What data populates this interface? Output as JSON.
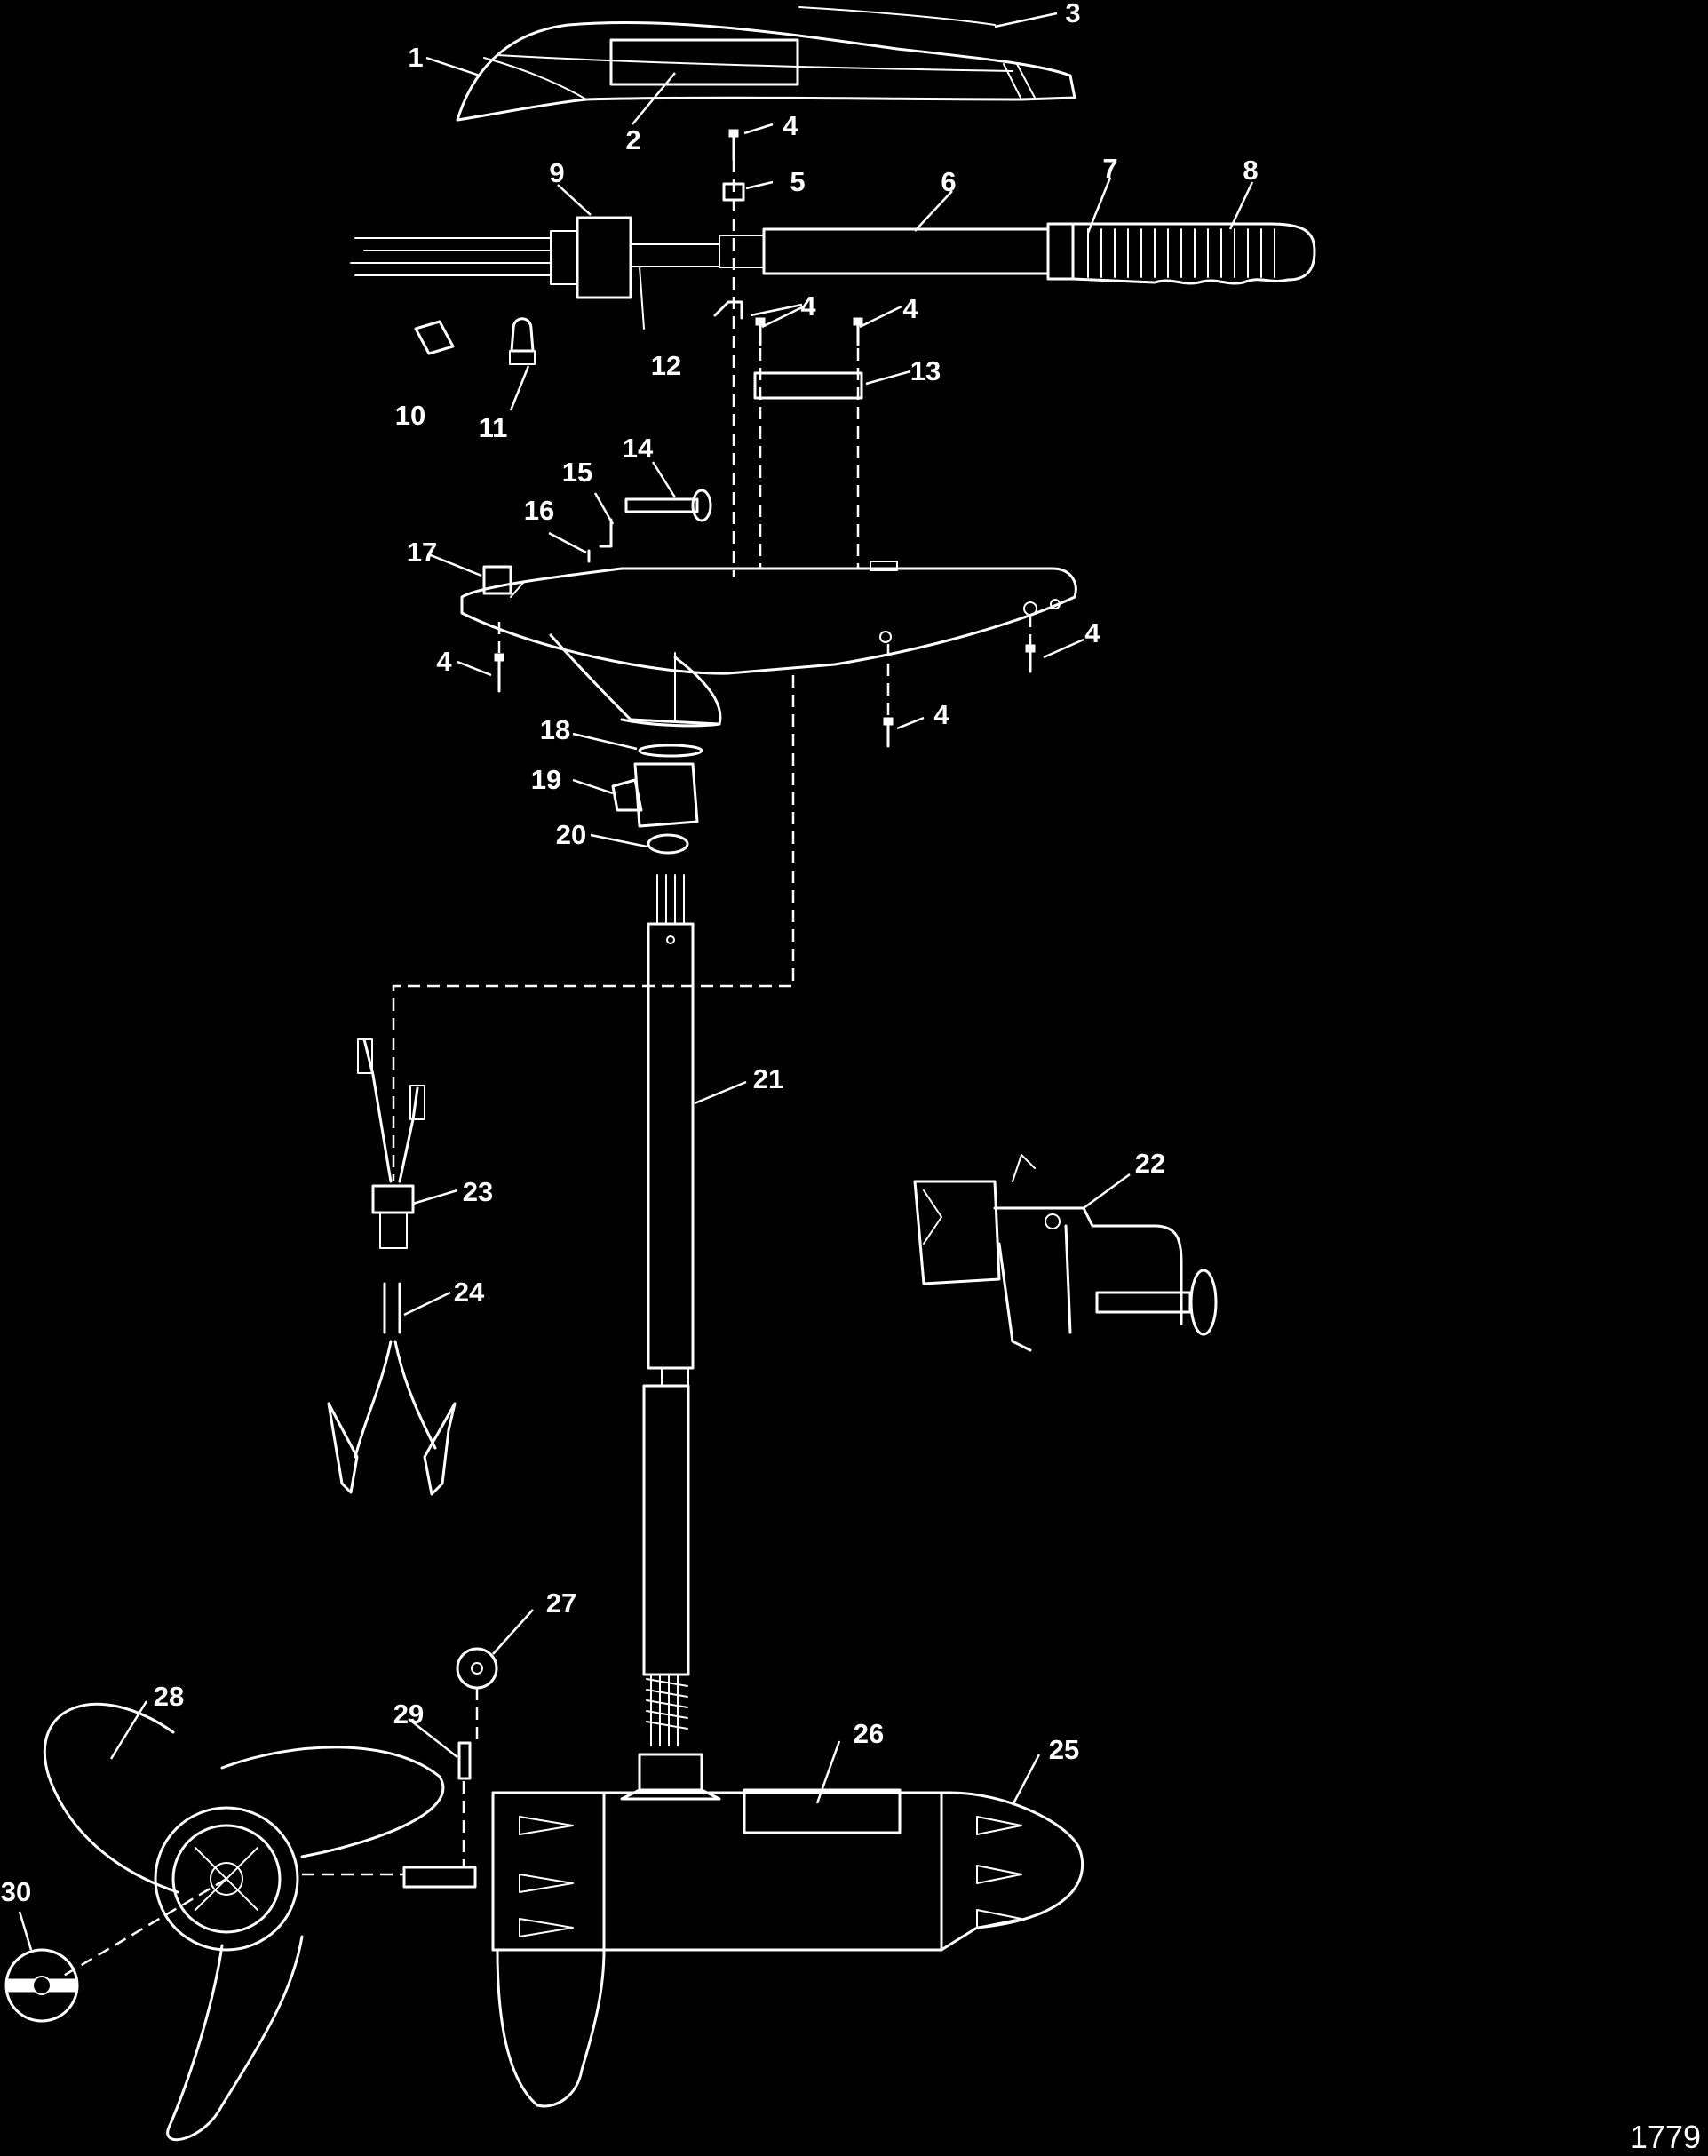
{
  "figure": {
    "callouts": [
      "1",
      "2",
      "3",
      "4",
      "5",
      "6",
      "7",
      "8",
      "9",
      "10",
      "11",
      "12",
      "13",
      "14",
      "15",
      "16",
      "17",
      "18",
      "19",
      "20",
      "21",
      "22",
      "23",
      "24",
      "25",
      "26",
      "27",
      "28",
      "29",
      "30"
    ],
    "drawing_number": "1779"
  }
}
